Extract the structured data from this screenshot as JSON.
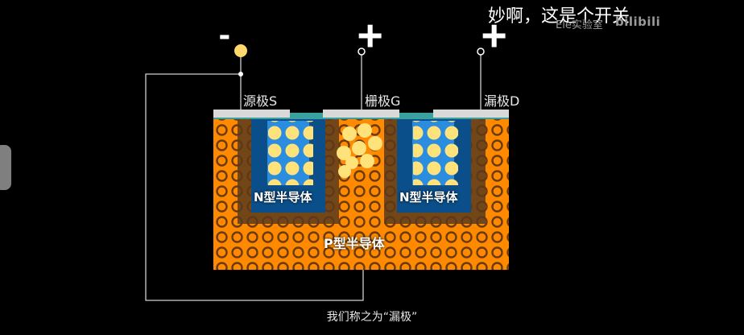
{
  "header": {
    "title": "妙啊，这是个开关",
    "watermark": "Ele实验室",
    "watermark_brand": "bilibili"
  },
  "terminals": {
    "source": {
      "label": "源极S",
      "polarity": "-"
    },
    "gate": {
      "label": "栅极G",
      "polarity": "+"
    },
    "drain": {
      "label": "漏极D",
      "polarity": "+"
    }
  },
  "regions": {
    "n_left": "N型半导体",
    "n_right": "N型半导体",
    "p_body": "P型半导体"
  },
  "subtitle": "我们称之为“漏极”",
  "colors": {
    "background": "#000000",
    "p_region": "#ff8a00",
    "hole_ring": "#6b3a10",
    "n_well": "#0a4f8a",
    "n_inner": "#2b8de0",
    "electron": "#ffe27a",
    "wire": "#cfcfcf",
    "metal": "#d9d9d9",
    "oxide": "#3aa0a0"
  },
  "icons": {
    "source_terminal": "circle-dot-icon",
    "gate_terminal": "ring-terminal-icon",
    "drain_terminal": "ring-terminal-icon"
  }
}
